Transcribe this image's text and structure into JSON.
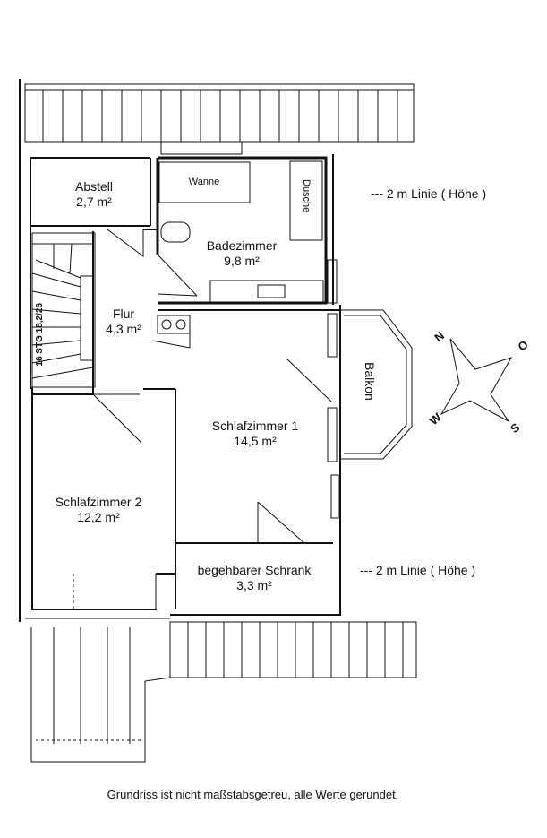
{
  "rooms": {
    "abstell": {
      "name": "Abstell",
      "area": "2,7 m²"
    },
    "badezimmer": {
      "name": "Badezimmer",
      "area": "9,8 m²"
    },
    "flur": {
      "name": "Flur",
      "area": "4,3 m²"
    },
    "schlafzimmer1": {
      "name": "Schlafzimmer 1",
      "area": "14,5 m²"
    },
    "schlafzimmer2": {
      "name": "Schlafzimmer 2",
      "area": "12,2 m²"
    },
    "schrank": {
      "name": "begehbarer Schrank",
      "area": "3,3 m²"
    }
  },
  "fixtures": {
    "wanne": "Wanne",
    "dusche": "Dusche",
    "balkon": "Balkon",
    "stair_code": "16 STG 18,2/26"
  },
  "notes": {
    "linie_top": "--- 2 m Linie ( Höhe )",
    "linie_bottom": "--- 2 m Linie ( Höhe )"
  },
  "compass": {
    "n": "N",
    "o": "O",
    "s": "S",
    "w": "W"
  },
  "caption": "Grundriss ist nicht maßstabsgetreu, alle Werte gerundet."
}
